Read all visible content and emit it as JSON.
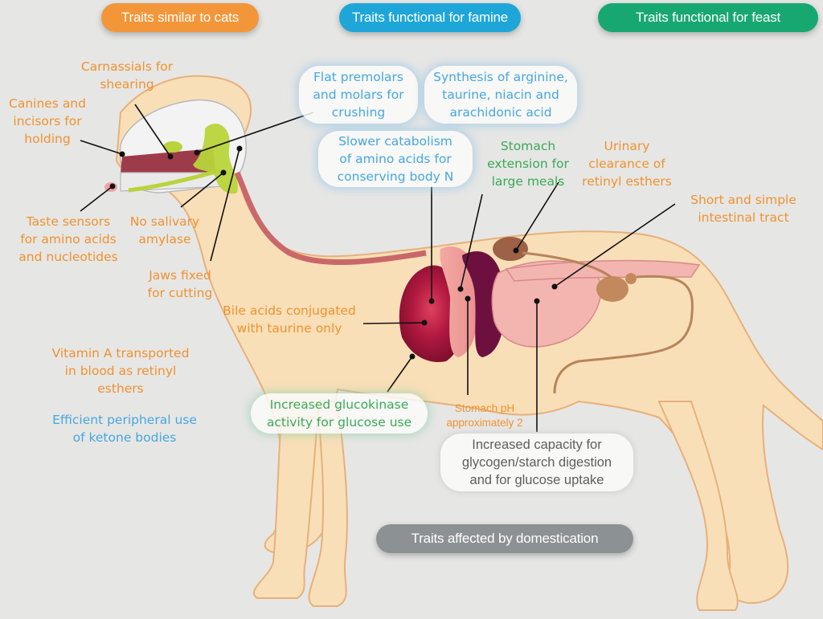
{
  "legend": {
    "cats": {
      "label": "Traits similar to cats",
      "color": "#f39639"
    },
    "famine": {
      "label": "Traits functional for famine",
      "color": "#1ea6d9"
    },
    "feast": {
      "label": "Traits functional for feast",
      "color": "#17a871"
    },
    "domestication": {
      "label": "Traits affected by domestication",
      "color": "#8c9194"
    }
  },
  "labels": {
    "carnassials": "Carnassials for\nshearing",
    "canines": "Canines and\nincisors for\nholding",
    "taste": "Taste sensors\nfor amino acids\nand nucleotides",
    "amylase": "No salivary\namylase",
    "jaws": "Jaws fixed\nfor cutting",
    "bile": "Bile acids conjugated\nwith taurine only",
    "vitamin_a": "Vitamin A transported\nin blood as retinyl\nesthers",
    "ketone": "Efficient peripheral use\nof ketone bodies",
    "premolars": "Flat premolars\nand molars for\ncrushing",
    "synthesis": "Synthesis of arginine,\ntaurine, niacin and\narachidonic acid",
    "catabolism": "Slower catabolism\nof amino acids for\nconserving body N",
    "stomach_ext": "Stomach\nextension for\nlarge meals",
    "urinary": "Urinary\nclearance of\nretinyl esthers",
    "intestinal": "Short and simple\nintestinal tract",
    "glucokinase": "Increased glucokinase\nactivity for glucose use",
    "stomach_ph": "Stomach pH\napproximately 2",
    "glycogen": "Increased capacity for\nglycogen/starch digestion\nand for glucose uptake"
  }
}
